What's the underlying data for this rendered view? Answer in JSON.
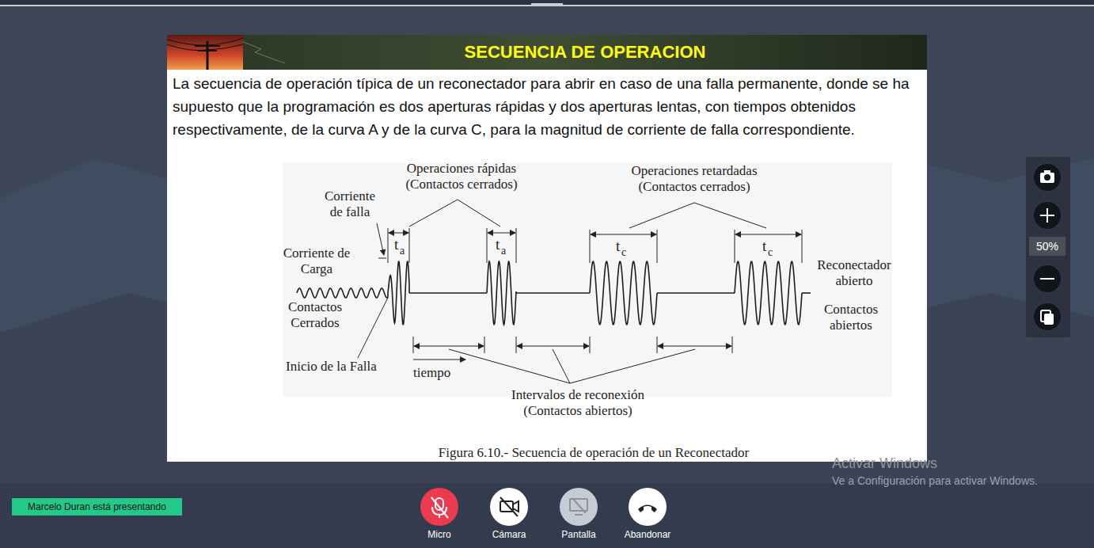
{
  "diagram": {
    "title": "SECUENCIA DE OPERACION",
    "caption": "Figura 6.10.- Secuencia de operación de un Reconectador",
    "nodes": [
      {
        "text": [
          "50%"
        ]
      },
      {
        "text": [
          "Marcelo Duran está presentando"
        ]
      }
    ],
    "labels": [
      "La secuencia de operación típica de un reconectador para abrir en caso de una falla permanente, donde se ha supuesto que la programación es dos aperturas rápidas y dos aperturas lentas, con tiempos obtenidos respectivamente, de la curva A y de la curva C, para la magnitud de corriente de falla correspondiente.",
      "Operaciones rápidas (Contactos cerrados)",
      "Operaciones retardadas (Contactos cerrados)",
      "Corriente de falla",
      "t",
      "a",
      "t",
      "a",
      "t",
      "c",
      "t",
      "c",
      "Corriente de Carga",
      "Reconectador abierto",
      "Contactos Cerrados",
      "Contactos abiertos",
      "Inicio de la Falla",
      "tiempo",
      "Intervalos de reconexión (Contactos abiertos)",
      "Activar Windows",
      "Ve a Configuración para activar Windows.",
      "Micro",
      "Cámara",
      "Pantalla",
      "Abandonar"
    ]
  }
}
